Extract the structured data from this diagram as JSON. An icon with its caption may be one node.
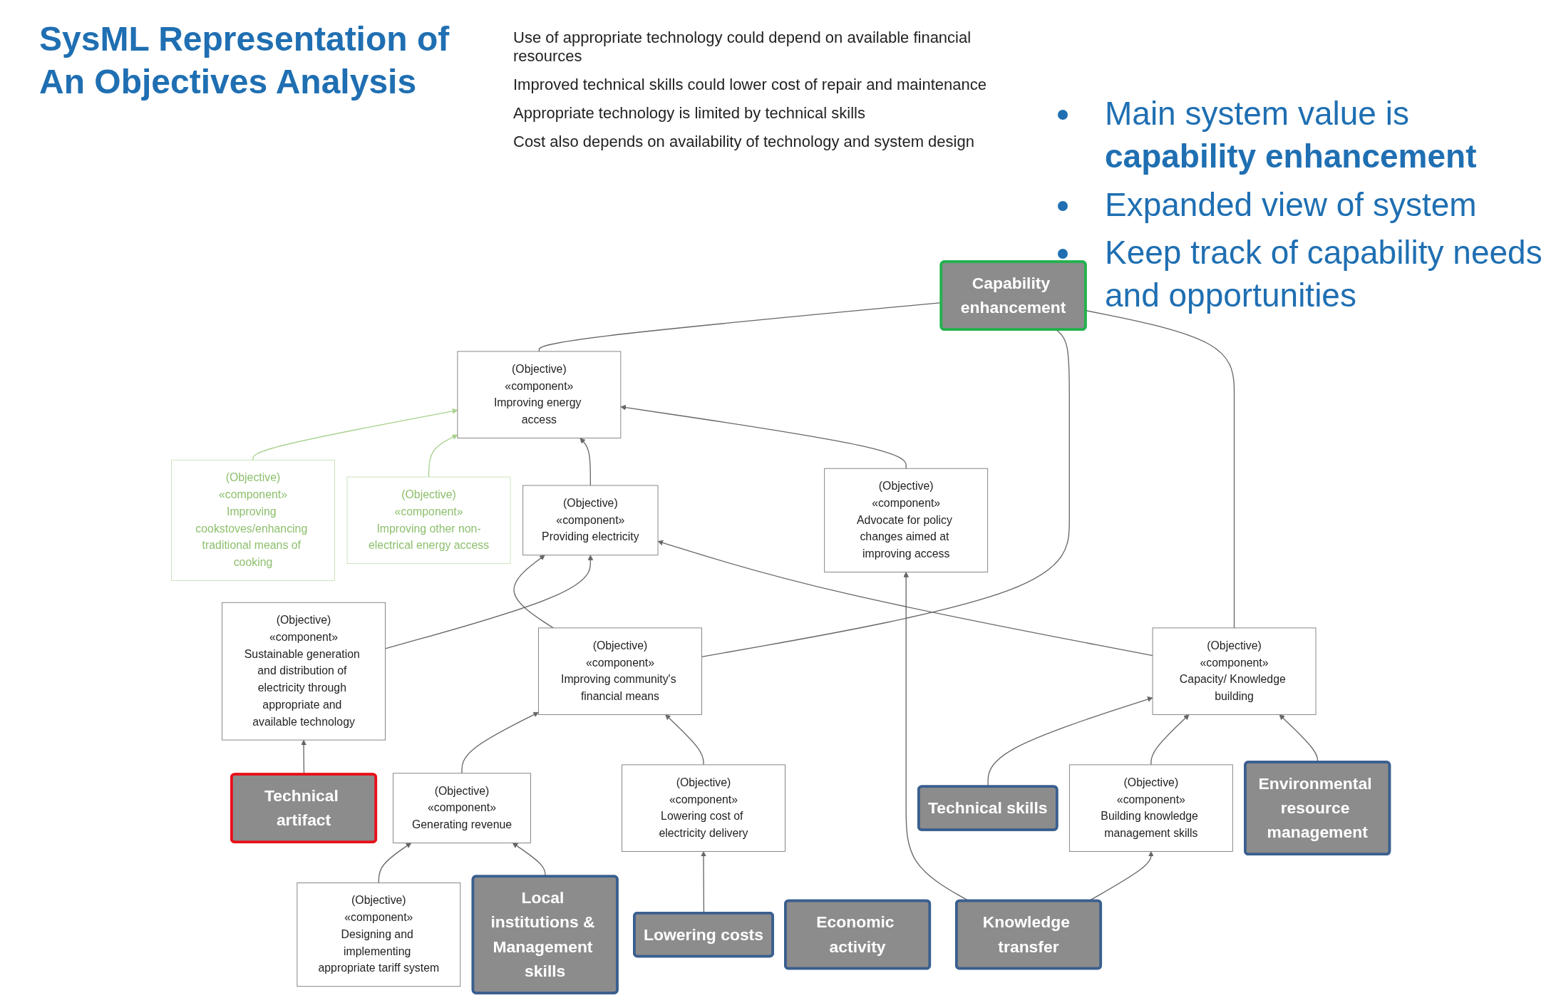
{
  "diagram": {
    "title": "SysML Representation of An Objectives Analysis",
    "nodes": [
      {
        "text": [
          "Capability enhancement"
        ]
      },
      {
        "text": [
          "(Objective)",
          "«component»",
          "Improving energy access"
        ]
      },
      {
        "text": [
          "(Objective)",
          "«component»",
          "Improving cookstoves/enhancing traditional means of cooking"
        ]
      },
      {
        "text": [
          "(Objective)",
          "«component»",
          "Improving other non-electrical energy access"
        ]
      },
      {
        "text": [
          "(Objective)",
          "«component»",
          "Providing electricity"
        ]
      },
      {
        "text": [
          "(Objective)",
          "«component»",
          "Advocate for policy changes aimed at improving access"
        ]
      },
      {
        "text": [
          "(Objective)",
          "«component»",
          "Improving community's financial means"
        ]
      },
      {
        "text": [
          "(Objective)",
          "«component»",
          "Capacity/ Knowledge building"
        ]
      },
      {
        "text": [
          "(Objective)",
          "«component»",
          "Generating revenue"
        ]
      },
      {
        "text": [
          "Technical skills"
        ]
      },
      {
        "text": [
          "(Objective)",
          "«component»",
          "Building knowledge management skills"
        ]
      },
      {
        "text": [
          "(Objective)",
          "«component»",
          "Designing and implementing appropriate tariff system"
        ]
      },
      {
        "text": [
          "(Objective)",
          "«component»",
          "Sustainable generation and distribution of electricity through appropriate and available technology"
        ]
      },
      {
        "text": [
          "Knowledge transfer"
        ]
      },
      {
        "text": [
          "Local institutions & Management skills"
        ]
      },
      {
        "text": [
          "(Objective)",
          "«component»",
          "Lowering cost of electricity delivery"
        ]
      },
      {
        "text": [
          "Technical artifact"
        ]
      },
      {
        "text": [
          "Environmental resource management"
        ]
      },
      {
        "text": [
          "Economic activity"
        ]
      },
      {
        "text": [
          "Lowering costs"
        ]
      }
    ],
    "edges": [
      {
        "from": 1,
        "to": 0,
        "arrow": "none"
      },
      {
        "from": 6,
        "to": 0,
        "arrow": "none"
      },
      {
        "from": 7,
        "to": 0,
        "arrow": "none"
      },
      {
        "from": 2,
        "to": 1,
        "arrow": "to",
        "color": "#a9d18e"
      },
      {
        "from": 3,
        "to": 1,
        "arrow": "to",
        "color": "#a9d18e"
      },
      {
        "from": 4,
        "to": 1,
        "arrow": "to"
      },
      {
        "from": 5,
        "to": 1,
        "arrow": "to"
      },
      {
        "from": 6,
        "to": 4,
        "arrow": "to"
      },
      {
        "from": 12,
        "to": 4,
        "arrow": "to"
      },
      {
        "from": 7,
        "to": 4,
        "arrow": "to"
      },
      {
        "from": 13,
        "to": 5,
        "arrow": "to"
      },
      {
        "from": 8,
        "to": 6,
        "arrow": "to"
      },
      {
        "from": 15,
        "to": 6,
        "arrow": "to"
      },
      {
        "from": 9,
        "to": 7,
        "arrow": "to"
      },
      {
        "from": 10,
        "to": 7,
        "arrow": "to"
      },
      {
        "from": 17,
        "to": 7,
        "arrow": "to"
      },
      {
        "from": 13,
        "to": 10,
        "arrow": "to"
      },
      {
        "from": 11,
        "to": 8,
        "arrow": "to"
      },
      {
        "from": 14,
        "to": 8,
        "arrow": "to"
      },
      {
        "from": 16,
        "to": 12,
        "arrow": "to"
      },
      {
        "from": 19,
        "to": 15,
        "arrow": "to"
      }
    ],
    "labels": [
      "Main system value is **capability enhancement**",
      "Expanded view of system",
      "Keep track of capability needs and opportunities",
      "Use of appropriate technology could depend on available financial resources",
      "Improved technical skills could lower cost of repair and maintenance",
      "Appropriate technology is limited by technical skills",
      "Cost also depends on availability of technology and system design"
    ]
  }
}
